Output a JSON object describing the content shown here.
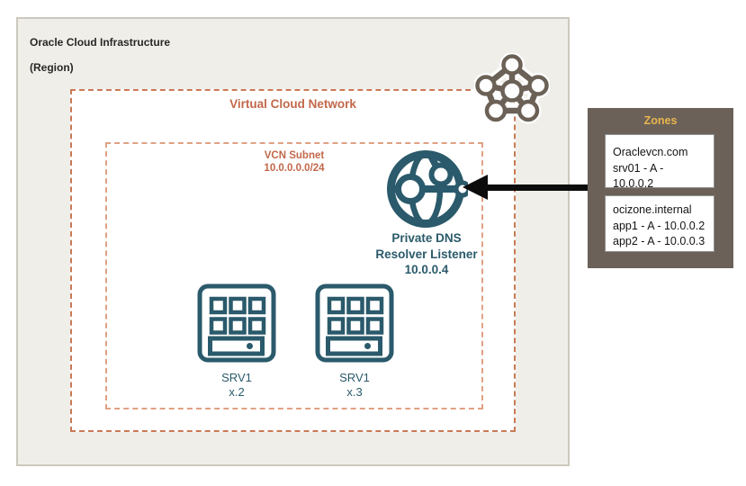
{
  "colors": {
    "region_bg": "#f0eee8",
    "region_border": "#ccc8bd",
    "vcn_dash": "#c97a56",
    "subnet_dash": "#dfa183",
    "orange_text": "#c2684a",
    "teal": "#2a5a6b",
    "icon_gray": "#6b6156",
    "zones_bg": "#6b6158",
    "zones_title_gold": "#e8b54d",
    "arrow_black": "#0c0c0c"
  },
  "region": {
    "title": "Oracle Cloud Infrastructure",
    "subtitle": "(Region)"
  },
  "vcn": {
    "title": "Virtual Cloud Network"
  },
  "subnet": {
    "title": "VCN Subnet",
    "cidr": "10.0.0.0.0/24"
  },
  "resolver": {
    "name_line1": "Private DNS",
    "name_line2": "Resolver Listener",
    "ip": "10.0.0.4"
  },
  "servers": [
    {
      "name": "SRV1",
      "scale": "x.2"
    },
    {
      "name": "SRV1",
      "scale": "x.3"
    }
  ],
  "zones_panel": {
    "title": "Zones",
    "zones": [
      {
        "domain": "Oraclevcn.com",
        "records": [
          "srv01 - A - 10.0.0.2"
        ]
      },
      {
        "domain": "ocizone.internal",
        "records": [
          "app1 - A - 10.0.0.2",
          "app2 - A - 10.0.0.3"
        ]
      }
    ]
  },
  "icons": {
    "resolver": "globe-network-icon",
    "server": "server-icon",
    "vcn_corner": "pentagon-network-icon",
    "arrow": "left-arrow"
  }
}
